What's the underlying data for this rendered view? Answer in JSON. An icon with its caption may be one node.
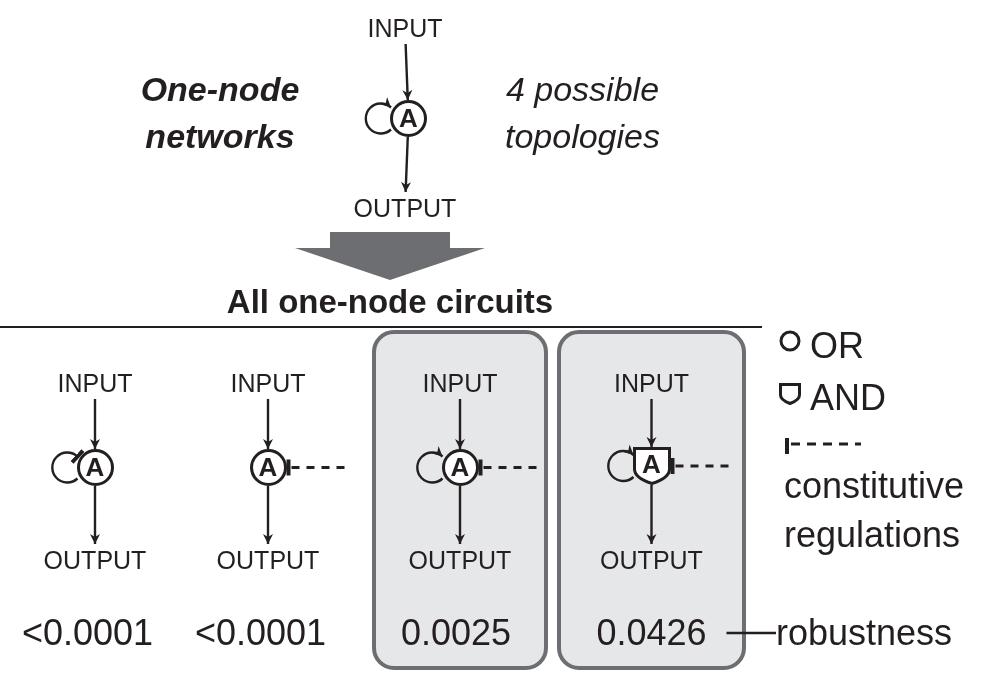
{
  "diagram": {
    "nodes": [
      {
        "text": [
          "INPUT"
        ]
      },
      {
        "text": [
          "A"
        ]
      },
      {
        "text": [
          "OUTPUT"
        ]
      },
      {
        "text": [
          "All one-node circuits"
        ]
      },
      {
        "text": [
          "INPUT"
        ]
      },
      {
        "text": [
          "A"
        ]
      },
      {
        "text": [
          "OUTPUT"
        ]
      },
      {
        "text": [
          "INPUT"
        ]
      },
      {
        "text": [
          "A"
        ]
      },
      {
        "text": [
          "OUTPUT"
        ]
      },
      {
        "text": [],
        "shape": "box"
      },
      {
        "text": [
          "INPUT"
        ],
        "in": 10
      },
      {
        "text": [
          "A"
        ],
        "in": 10
      },
      {
        "text": [
          "OUTPUT"
        ],
        "in": 10
      },
      {
        "text": [],
        "shape": "box"
      },
      {
        "text": [
          "INPUT"
        ],
        "in": 14
      },
      {
        "text": [
          "A"
        ],
        "in": 14
      },
      {
        "text": [
          "OUTPUT"
        ],
        "in": 14
      },
      {
        "text": [
          "0.0426"
        ],
        "in": 14
      },
      {
        "text": [
          "robustness"
        ]
      }
    ],
    "edges": [
      {
        "from": 0,
        "to": 1,
        "arrow": "to"
      },
      {
        "from": 1,
        "to": 1,
        "arrow": "to"
      },
      {
        "from": 1,
        "to": 2,
        "arrow": "to"
      },
      {
        "from": 2,
        "to": 3,
        "arrow": "to",
        "style": "thick",
        "color": "#6d6e71"
      },
      {
        "from": 4,
        "to": 5,
        "arrow": "to"
      },
      {
        "from": 5,
        "to": 5,
        "arrow": "other"
      },
      {
        "from": 5,
        "to": 6,
        "arrow": "to"
      },
      {
        "from": 7,
        "to": 8,
        "arrow": "to"
      },
      {
        "from": null,
        "to": 8,
        "arrow": "other",
        "style": "dashed"
      },
      {
        "from": 8,
        "to": 9,
        "arrow": "to"
      },
      {
        "from": 11,
        "to": 12,
        "arrow": "to"
      },
      {
        "from": 12,
        "to": 12,
        "arrow": "to"
      },
      {
        "from": null,
        "to": 12,
        "arrow": "other",
        "style": "dashed"
      },
      {
        "from": 12,
        "to": 13,
        "arrow": "to"
      },
      {
        "from": 15,
        "to": 16,
        "arrow": "to"
      },
      {
        "from": 16,
        "to": 16,
        "arrow": "to"
      },
      {
        "from": null,
        "to": 16,
        "arrow": "other",
        "style": "dashed"
      },
      {
        "from": 16,
        "to": 17,
        "arrow": "to"
      },
      {
        "from": 19,
        "to": 18,
        "arrow": "none"
      }
    ],
    "labels": [
      "One-node networks",
      "4 possible topologies",
      "<0.0001",
      "<0.0001",
      "0.0025"
    ],
    "legend": [
      {
        "text": "OR"
      },
      {
        "text": "AND"
      },
      {
        "text": "constitutive regulations"
      }
    ]
  }
}
